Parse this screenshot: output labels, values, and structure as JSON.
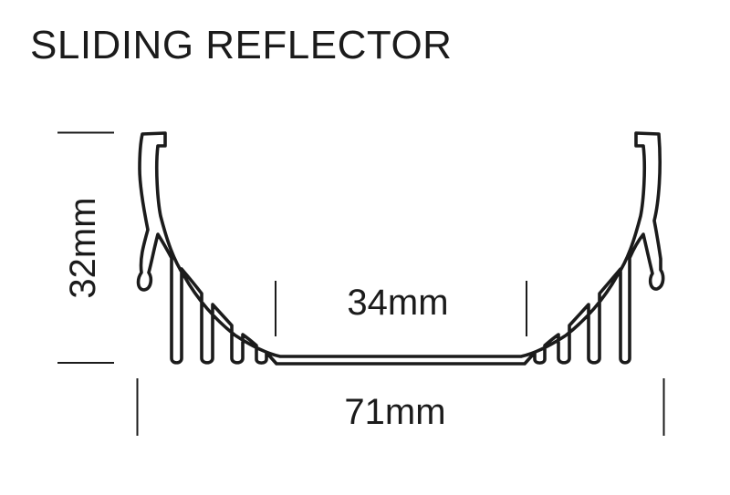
{
  "page": {
    "title": "SLIDING REFLECTOR",
    "background_color": "#ffffff"
  },
  "diagram": {
    "kind": "profile-cross-section",
    "line_color": "#1b1b1b",
    "dimensions": {
      "height": {
        "label": "32mm",
        "value": 32,
        "unit": "mm"
      },
      "inner_width": {
        "label": "34mm",
        "value": 34,
        "unit": "mm"
      },
      "overall_width": {
        "label": "71mm",
        "value": 71,
        "unit": "mm"
      }
    }
  }
}
